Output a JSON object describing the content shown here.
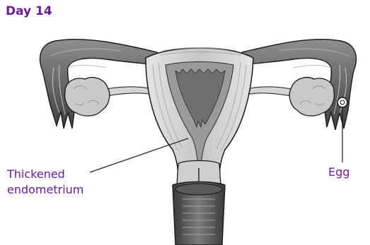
{
  "title": "Day 14",
  "labels": {
    "endometrium_line1": "Thickened",
    "endometrium_line2": "endometrium",
    "egg": "Egg"
  },
  "colors": {
    "label": "#6a1b9a",
    "outline": "#1a1a1a",
    "tissue_dark": "#6b6b6b",
    "tissue_mid": "#9c9c9c",
    "tissue_light": "#c8c8c8",
    "tissue_pale": "#dedede"
  }
}
